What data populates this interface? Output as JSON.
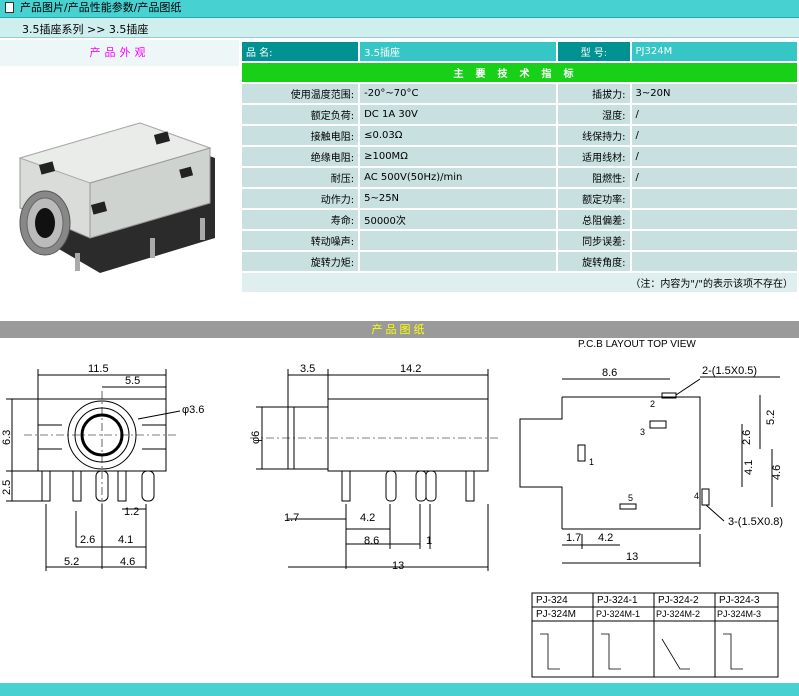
{
  "topbar": {
    "links": "产品图片/产品性能参数/产品图纸"
  },
  "breadcrumb": {
    "text": "3.5插座系列 >> 3.5插座"
  },
  "appearance": {
    "title": "产品外观"
  },
  "specs": {
    "name_label": "品  名:",
    "name_value": "3.5插座",
    "model_label": "型  号:",
    "model_value": "PJ324M",
    "section_title": "主要技术指标",
    "rows": [
      {
        "l1": "使用温度范围:",
        "v1": "-20°~70°C",
        "l2": "插拔力:",
        "v2": "3~20N"
      },
      {
        "l1": "额定负荷:",
        "v1": "DC 1A 30V",
        "l2": "湿度:",
        "v2": "/"
      },
      {
        "l1": "接触电阻:",
        "v1": "≤0.03Ω",
        "l2": "线保持力:",
        "v2": "/"
      },
      {
        "l1": "绝缘电阻:",
        "v1": "≥100MΩ",
        "l2": "适用线材:",
        "v2": "/"
      },
      {
        "l1": "耐压:",
        "v1": "AC 500V(50Hz)/min",
        "l2": "阻燃性:",
        "v2": "/"
      },
      {
        "l1": "动作力:",
        "v1": "5~25N",
        "l2": "额定功率:",
        "v2": ""
      },
      {
        "l1": "寿命:",
        "v1": "50000次",
        "l2": "总阻偏差:",
        "v2": ""
      },
      {
        "l1": "转动噪声:",
        "v1": "",
        "l2": "同步误差:",
        "v2": ""
      },
      {
        "l1": "旋转力矩:",
        "v1": "",
        "l2": "旋转角度:",
        "v2": ""
      }
    ],
    "note": "（注：内容为\"/\"的表示该项不存在）"
  },
  "drawing_bar": {
    "title": "产品图纸"
  },
  "drawing": {
    "front": {
      "d1": "11.5",
      "d2": "5.5",
      "d3": "φ3.6",
      "d4": "6.3",
      "d5": "2.5",
      "d6": "1.2",
      "d7": "2.6",
      "d8": "4.1",
      "d9": "5.2",
      "d10": "4.6"
    },
    "side": {
      "d1": "3.5",
      "d2": "14.2",
      "d3": "φ6",
      "d4": "1.7",
      "d5": "4.2",
      "d6": "8.6",
      "d7": "1",
      "d8": "13"
    },
    "pcb": {
      "title": "P.C.B LAYOUT    TOP VIEW",
      "d1": "8.6",
      "d2": "2-(1.5X0.5)",
      "d3": "5.2",
      "d4": "2.6",
      "d5": "4.1",
      "d6": "4.6",
      "d7": "3-(1.5X0.8)",
      "d8": "1.7",
      "d9": "4.2",
      "d10": "13",
      "p1": "1",
      "p2": "2",
      "p3": "3",
      "p4": "4",
      "p5": "5"
    },
    "variants": {
      "row1": [
        "PJ-324",
        "PJ-324-1",
        "PJ-324-2",
        "PJ-324-3"
      ],
      "row2": [
        "PJ-324M",
        "PJ-324M-1",
        "PJ-324M-2",
        "PJ-324M-3"
      ]
    }
  },
  "colors": {
    "topbar": "#47d1d1",
    "header_dark": "#009292",
    "section_green": "#17d017",
    "appearance_pink": "#ff00ff",
    "draw_bar_text": "#ffff00"
  }
}
